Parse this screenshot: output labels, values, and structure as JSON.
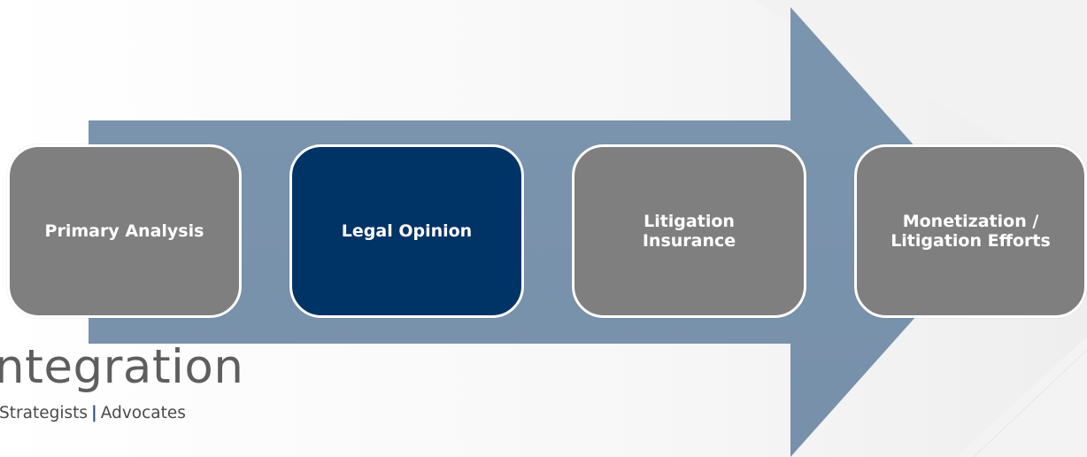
{
  "process": {
    "steps": [
      {
        "label": "Primary Analysis",
        "active": false
      },
      {
        "label": "Legal Opinion",
        "active": true
      },
      {
        "label": "Litigation\nInsurance",
        "active": false
      },
      {
        "label": "Monetization /\nLitigation Efforts",
        "active": false
      }
    ]
  },
  "logo": {
    "wordmark": "ntegration",
    "tagline_left": "Strategists",
    "tagline_sep": "|",
    "tagline_right": "Advocates"
  },
  "colors": {
    "arrow": "#7a93ad",
    "step_default": "#7f7f7f",
    "step_active": "#003366",
    "step_border": "#ffffff",
    "logo_bar": "#2a4f7c"
  }
}
